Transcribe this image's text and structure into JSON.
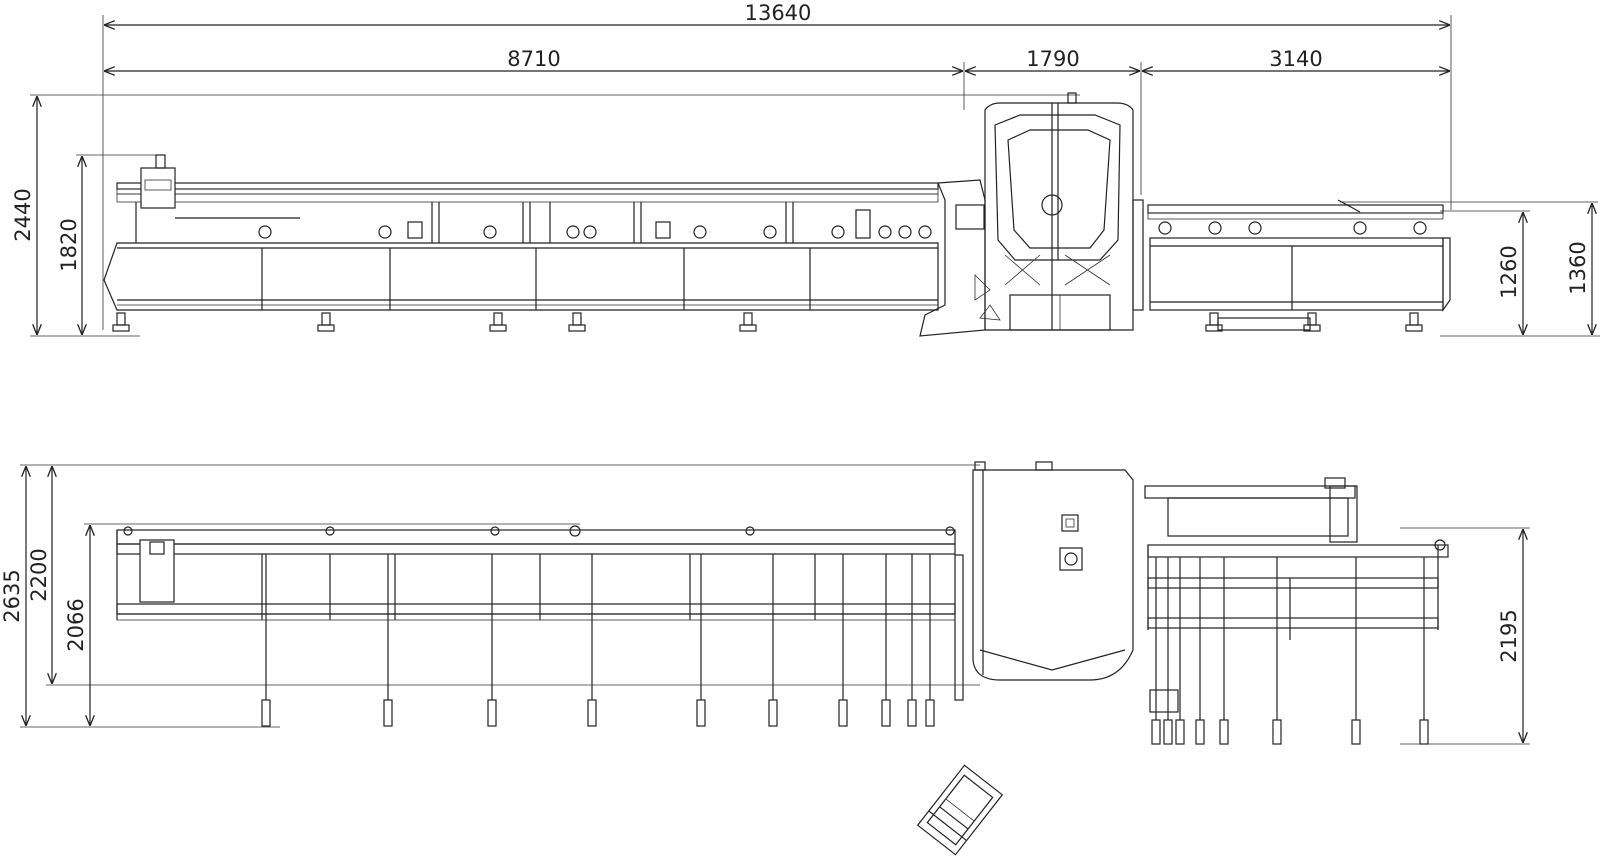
{
  "dimensions": {
    "overall_length": "13640",
    "feed_length": "8710",
    "machine_length": "1790",
    "outfeed_length": "3140",
    "side_total_height": "2440",
    "side_infeed_height": "1820",
    "side_outfeed_height": "1260",
    "side_outfeed_top_height": "1360",
    "top_total_depth": "2635",
    "top_machine_depth": "2200",
    "top_infeed_depth": "2066",
    "top_outfeed_depth": "2195"
  }
}
